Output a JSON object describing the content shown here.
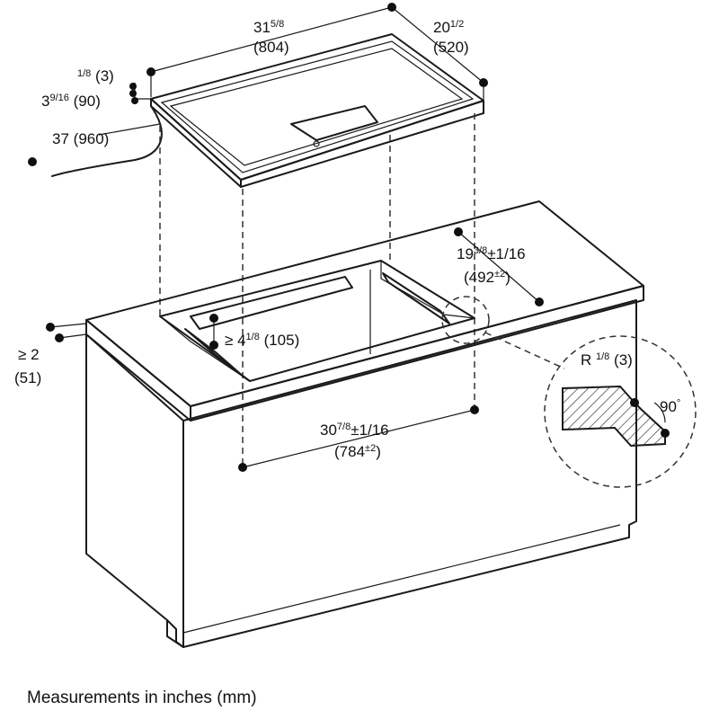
{
  "caption": "Measurements in inches (mm)",
  "dimensions": {
    "width_top": {
      "whole": "31",
      "frac": "5/8",
      "mm": "(804)"
    },
    "depth_top": {
      "whole": "20",
      "frac": "1/2",
      "mm": "(520)"
    },
    "thin_edge": {
      "whole": "",
      "frac": "1/8",
      "mm": "(3)"
    },
    "appliance_height": {
      "whole": "3",
      "frac": "9/16",
      "mm": "(90)"
    },
    "cord_length": {
      "whole": "37",
      "frac": "",
      "mm": "(960)"
    },
    "cutout_depth": {
      "whole": "19",
      "frac": "3/8",
      "tol": "±1/16",
      "mm": "(492",
      "mm_tol": "±2",
      "mm_close": ")"
    },
    "front_clearance": {
      "prefix": "≥ ",
      "whole": "4",
      "frac": "1/8",
      "mm": "(105)"
    },
    "counter_thickness": {
      "prefix": "≥ ",
      "whole": "2",
      "mm": "(51)"
    },
    "cutout_width": {
      "whole": "30",
      "frac": "7/8",
      "tol": "±1/16",
      "mm": "(784",
      "mm_tol": "±2",
      "mm_close": ")"
    },
    "radius": {
      "prefix": "R ",
      "frac": "1/8",
      "mm": "(3)"
    },
    "angle": {
      "value": "90",
      "unit": "°"
    }
  }
}
